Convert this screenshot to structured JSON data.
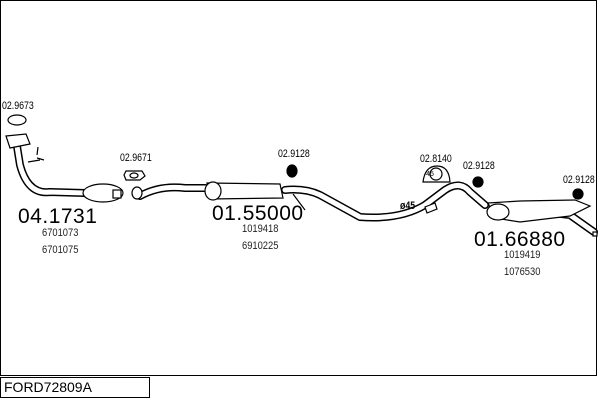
{
  "diagram_code": "FORD72809A",
  "parts": [
    {
      "number": "04.1731",
      "refs": [
        "6701073",
        "6701075"
      ]
    },
    {
      "number": "01.55000",
      "refs": [
        "1019418",
        "6910225"
      ]
    },
    {
      "number": "01.66880",
      "refs": [
        "1019419",
        "1076530"
      ]
    }
  ],
  "accessories": [
    "02.9673",
    "02.9671",
    "02.9128",
    "02.8140",
    "02.9128",
    "02.9128"
  ],
  "clamp_size": "ø45",
  "clamp_inner": "45"
}
